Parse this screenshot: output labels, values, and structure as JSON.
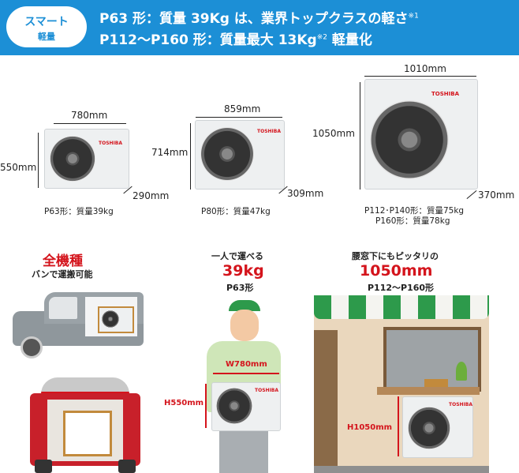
{
  "banner": {
    "badge_title": "スマート",
    "badge_sub": "軽量",
    "line1": "P63 形：質量 39Kg は、業界トップクラスの軽さ",
    "line1_note": "※1",
    "line2_a": "P112〜P160 形：質量最大 13Kg",
    "line2_note": "※2",
    "line2_b": " 軽量化"
  },
  "units": [
    {
      "width": "780mm",
      "height": "550mm",
      "depth": "290mm",
      "caption": "P63形：質量39kg"
    },
    {
      "width": "859mm",
      "height": "714mm",
      "depth": "309mm",
      "caption": "P80形：質量47kg"
    },
    {
      "width": "1010mm",
      "height": "1050mm",
      "depth": "370mm",
      "caption_1": "P112･P140形：質量75kg",
      "caption_2": "P160形：質量78kg"
    }
  ],
  "brand": "TOSHIBA",
  "section_van": {
    "title": "全機種",
    "sub": "バンで運搬可能"
  },
  "section_person": {
    "lead": "一人で運べる",
    "big": "39kg",
    "model": "P63形",
    "w_label": "W780mm",
    "h_label": "H550mm"
  },
  "section_window": {
    "lead": "腰窓下にもピッタリの",
    "big": "1050mm",
    "model": "P112〜P160形",
    "h_label": "H1050mm"
  },
  "colors": {
    "banner": "#1c8fd6",
    "accent_red": "#d4141c",
    "awning_green": "#2d9a4b"
  }
}
